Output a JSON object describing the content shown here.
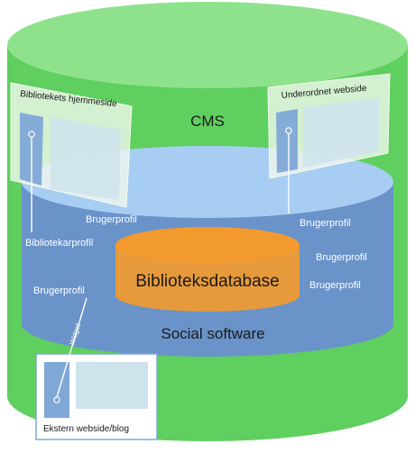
{
  "colors": {
    "cms_body": "#5fcf5f",
    "cms_top": "#8fe28c",
    "social_body": "#6a93c9",
    "social_top": "#a8cdf2",
    "database_body": "#e69a3c",
    "database_top": "#f39a2e",
    "panel_fill": "#f0f8ec",
    "panel_column": "#7fa8d6",
    "panel_content": "#cfe3ec",
    "label_light": "#ffffff",
    "label_dark": "#1a1a1a"
  },
  "diagram": {
    "cms_label": "CMS",
    "social_label": "Social software",
    "database_label": "Biblioteksdatabase",
    "panels": {
      "library_homepage": "Bibliotekets hjemmeside",
      "sub_website": "Underordnet webside",
      "external_site": "Ekstern webside/blog"
    },
    "profiles": {
      "librarian": "Bibliotekarprofil",
      "user_top_left": "Brugerprofil",
      "user_top_right": "Brugerprofil",
      "user_right_1": "Brugerprofil",
      "user_right_2": "Brugerprofil",
      "user_left": "Brugerprofil"
    },
    "widget_label": "Widget"
  }
}
